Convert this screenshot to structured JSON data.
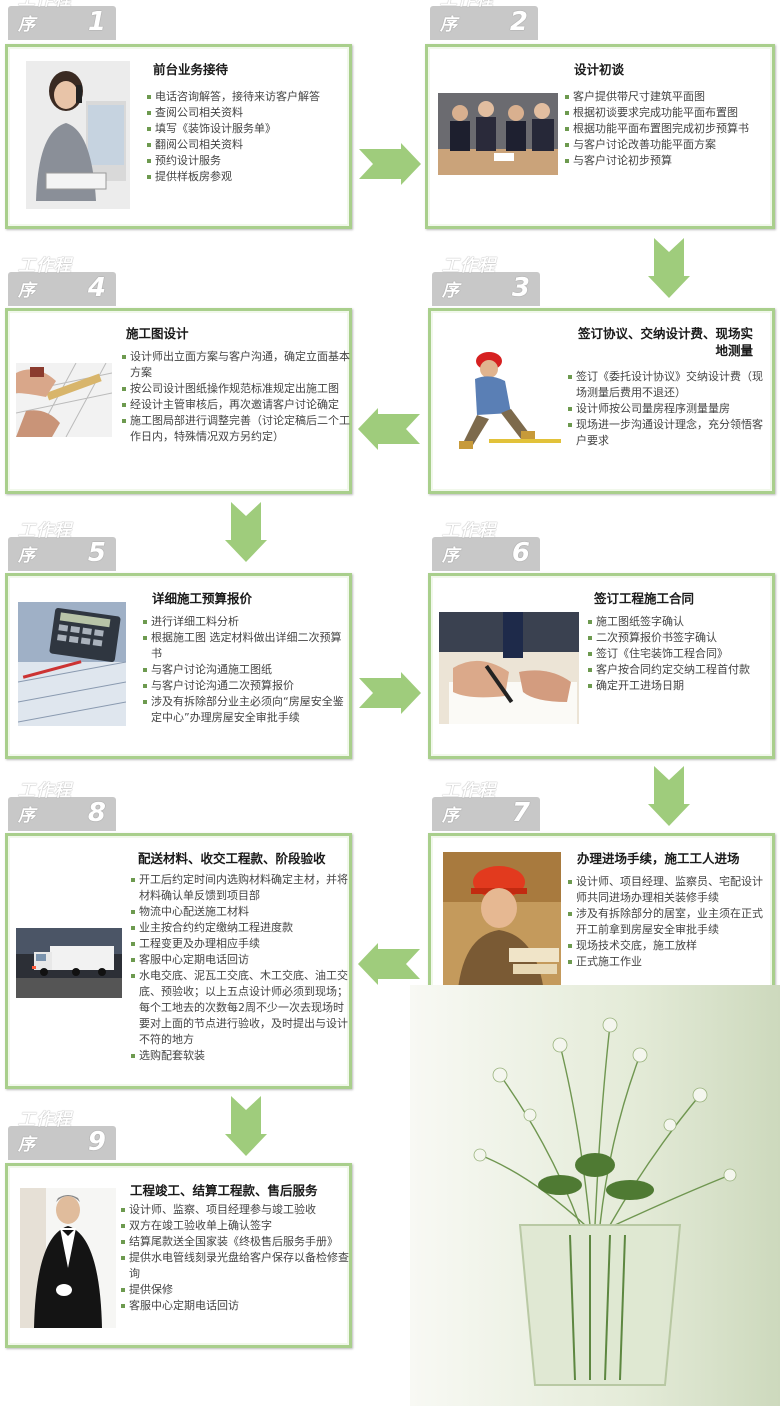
{
  "tab_label": "工作程序",
  "steps": [
    {
      "num": "1",
      "title": "前台业务接待",
      "items": [
        "电话咨询解答，接待来访客户解答",
        "查阅公司相关资料",
        "填写《装饰设计服务单》",
        "翻阅公司相关资料",
        "预约设计服务",
        "提供样板房参观"
      ]
    },
    {
      "num": "2",
      "title": "设计初谈",
      "items": [
        "客户提供带尺寸建筑平面图",
        "根据初谈要求完成功能平面布置图",
        "根据功能平面布置图完成初步预算书",
        "与客户讨论改善功能平面方案",
        "与客户讨论初步预算"
      ]
    },
    {
      "num": "3",
      "title": "签订协议、交纳设计费、现场实地测量",
      "items": [
        "签订《委托设计协议》交纳设计费（现场测量后费用不退还）",
        "设计师按公司量房程序测量量房",
        "现场进一步沟通设计理念，充分领悟客户要求"
      ]
    },
    {
      "num": "4",
      "title": "施工图设计",
      "items": [
        "设计师出立面方案与客户沟通，确定立面基本方案",
        "按公司设计图纸操作规范标准规定出施工图",
        "经设计主管审核后，再次邀请客户讨论确定",
        "施工图局部进行调整完善（讨论定稿后二个工作日内，特殊情况双方另约定）"
      ]
    },
    {
      "num": "5",
      "title": "详细施工预算报价",
      "items": [
        "进行详细工料分析",
        "根据施工图 选定材料做出详细二次预算书",
        "与客户讨论沟通施工图纸",
        "与客户讨论沟通二次预算报价",
        "涉及有拆除部分业主必须向“房屋安全鉴定中心”办理房屋安全审批手续"
      ]
    },
    {
      "num": "6",
      "title": "签订工程施工合同",
      "items": [
        "施工图纸签字确认",
        "二次预算报价书签字确认",
        "签订《住宅装饰工程合同》",
        "客户按合同约定交纳工程首付款",
        "确定开工进场日期"
      ]
    },
    {
      "num": "7",
      "title": "办理进场手续，施工工人进场",
      "items": [
        "设计师、项目经理、监察员、宅配设计师共同进场办理相关装修手续",
        "涉及有拆除部分的居室，业主须在正式开工前拿到房屋安全审批手续",
        "现场技术交底，施工放样",
        "正式施工作业"
      ]
    },
    {
      "num": "8",
      "title": "配送材料、收交工程款、阶段验收",
      "items": [
        "开工后约定时间内选购材料确定主材，并将材料确认单反馈到项目部",
        "物流中心配送施工材料",
        "业主按合约约定缴纳工程进度款",
        "工程变更及办理相应手续",
        "客服中心定期电话回访",
        "水电交底、泥瓦工交底、木工交底、油工交底、预验收；以上五点设计师必须到现场； 每个工地去的次数每2周不少一次去现场时要对上面的节点进行验收，及时提出与设计不符的地方",
        "选购配套软装"
      ]
    },
    {
      "num": "9",
      "title": "工程竣工、结算工程款、售后服务",
      "items": [
        "设计师、监察、项目经理参与竣工验收",
        "双方在竣工验收单上确认签字",
        "结算尾款送全国家装《终极售后服务手册》",
        "提供水电管线刻录光盘给客户保存以备检修查询",
        "提供保修",
        "客服中心定期电话回访"
      ]
    }
  ],
  "colors": {
    "frame": "#a9cf8c",
    "arrow": "#9fcc7c",
    "tab": "#c8c8c8"
  }
}
